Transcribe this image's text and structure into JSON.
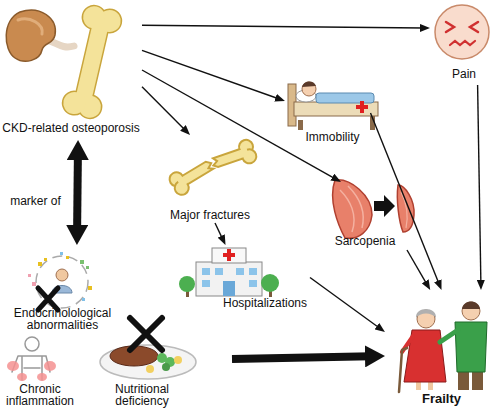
{
  "diagram": {
    "nodes": [
      {
        "text": [
          "CKD-related osteoporosis"
        ]
      },
      {
        "text": [
          "Pain"
        ]
      },
      {
        "text": [
          "Immobility"
        ]
      },
      {
        "text": [
          "Major fractures"
        ]
      },
      {
        "text": [
          "Sarcopenia"
        ]
      },
      {
        "text": [
          "Hospitalizations"
        ]
      },
      {
        "text": [
          "Endocrinolological abnormalities"
        ]
      },
      {
        "text": [
          "Chronic inflammation"
        ]
      },
      {
        "text": [
          "Nutritional deficiency"
        ]
      },
      {
        "text": [
          "Frailty"
        ]
      }
    ],
    "edges": [
      {
        "from": 0,
        "to": 1,
        "arrow": "to"
      },
      {
        "from": 0,
        "to": 2,
        "arrow": "to"
      },
      {
        "from": 0,
        "to": 3,
        "arrow": "to"
      },
      {
        "from": 0,
        "to": 4,
        "arrow": "to"
      },
      {
        "from": 0,
        "to": 6,
        "label": "marker of",
        "arrow": "both"
      },
      {
        "from": 3,
        "to": 5,
        "arrow": "to"
      },
      {
        "from": 1,
        "to": 9,
        "arrow": "to"
      },
      {
        "from": 2,
        "to": 9,
        "arrow": "to"
      },
      {
        "from": 4,
        "to": 9,
        "arrow": "to"
      },
      {
        "from": 5,
        "to": 9,
        "arrow": "to"
      },
      {
        "from": 8,
        "to": 9,
        "arrow": "to"
      }
    ]
  }
}
